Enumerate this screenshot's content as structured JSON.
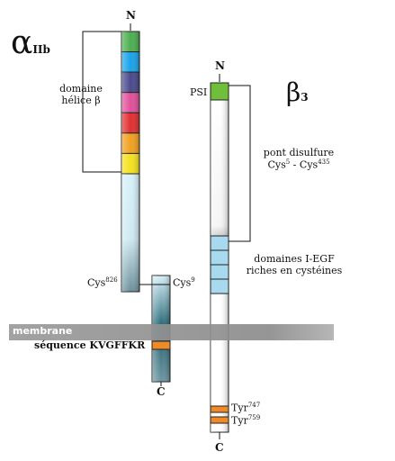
{
  "alpha": {
    "symbol": "α",
    "subscript": "IIb",
    "n_terminus": "N",
    "c_terminus": "C",
    "domain_line1": "domaine",
    "domain_line2": "hélice β",
    "cys_label": "Cys",
    "cys_sup": "826",
    "segment_colors": [
      "#4caf50",
      "#1aa3e8",
      "#4a4a8c",
      "#e0509a",
      "#e03030",
      "#f0a020",
      "#f5e020"
    ],
    "stalk_color": "#d6f1fa"
  },
  "beta": {
    "symbol": "β",
    "subscript": "3",
    "n_terminus": "N",
    "c_terminus": "C",
    "psi_label": "PSI",
    "psi_color": "#6fbf3a",
    "bridge_line1": "pont disulfure",
    "bridge_cys1": "Cys",
    "bridge_sup1": "5",
    "bridge_sep": " - ",
    "bridge_cys2": "Cys",
    "bridge_sup2": "435",
    "egf_line1": "domaines I-EGF",
    "egf_line2": "riches en cystéines",
    "cys9_label": "Cys",
    "cys9_sup": "9",
    "tyr1_label": "Tyr",
    "tyr1_sup": "747",
    "tyr2_label": "Tyr",
    "tyr2_sup": "759",
    "tyr_color": "#f08a28",
    "egf_color": "#a9d9ee"
  },
  "membrane": {
    "label": "membrane",
    "color": "#8f8f8f"
  },
  "motif": {
    "label": "séquence KVGFFKR",
    "color": "#f08a28"
  }
}
